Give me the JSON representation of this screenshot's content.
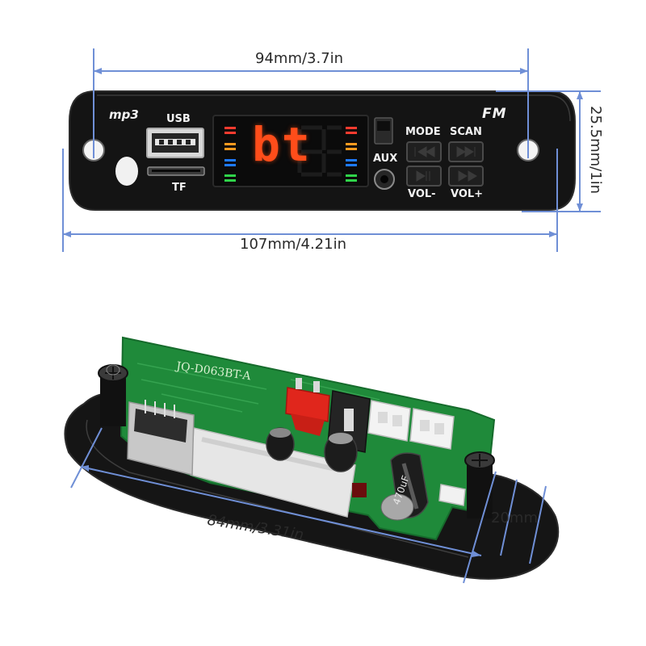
{
  "dimensions": {
    "width_label": "94mm/3.7in",
    "total_width_label": "107mm/4.21in",
    "height_label": "25.5mm/1in",
    "pcb_width_label": "84mm/3.31in",
    "depth_label": "20mm"
  },
  "front_panel": {
    "logo": "mp3",
    "usb_label": "USB",
    "tf_label": "TF",
    "display_text": "bt",
    "aux_label": "AUX",
    "mode_label": "MODE",
    "scan_label": "SCAN",
    "vol_down_label": "VOL-",
    "vol_up_label": "VOL+",
    "fm_label": "FM"
  },
  "board": {
    "model_label": "JQ-D063BT-A",
    "capacitor_label": "470uF"
  },
  "colors": {
    "dimension_line": "#6f8fd6",
    "panel": "#141414",
    "led_red": "#ff4d1a",
    "pcb_green": "#1f8a3a"
  },
  "icons": [
    "prev-track-icon",
    "next-track-icon",
    "vol-down-icon",
    "vol-up-icon"
  ]
}
